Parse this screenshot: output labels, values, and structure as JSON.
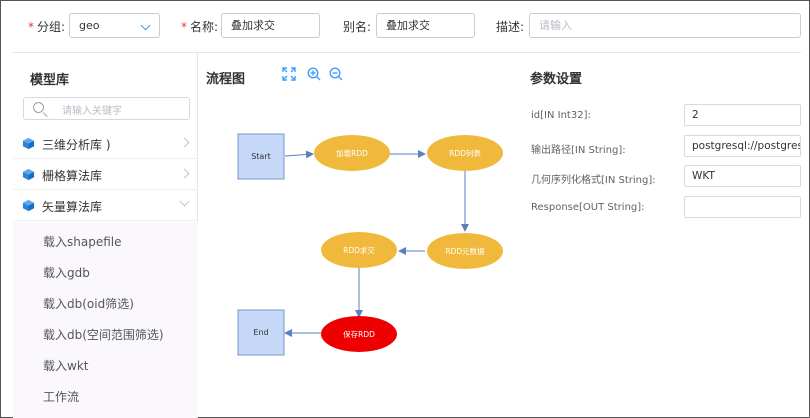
{
  "toolbar": {
    "group_label": "分组:",
    "group_value": "geo",
    "name_label": "名称:",
    "name_value": "叠加求交",
    "alias_label": "别名:",
    "alias_value": "叠加求交",
    "desc_label": "描述:",
    "desc_placeholder": "请输入"
  },
  "sidebar": {
    "title": "模型库",
    "search_placeholder": "请输入关键字",
    "libraries": [
      {
        "label": "三维分析库 )",
        "expanded": false
      },
      {
        "label": "栅格算法库",
        "expanded": false
      },
      {
        "label": "矢量算法库",
        "expanded": true
      }
    ],
    "sub_items": [
      "载入shapefile",
      "载入gdb",
      "载入db(oid筛选)",
      "载入db(空间范围筛选)",
      "载入wkt",
      "工作流"
    ]
  },
  "flow": {
    "title": "流程图",
    "tools": [
      "fullscreen-icon",
      "zoom-in-icon",
      "zoom-out-icon"
    ],
    "nodes": {
      "start": "Start",
      "load_rdd": "加载RDD",
      "rdd_list": "RDD列表",
      "rdd_meta": "RDD元数据",
      "rdd_intersect": "RDD求交",
      "save_rdd": "保存RDD",
      "end": "End"
    },
    "colors": {
      "process_node": "#f0b93b",
      "save_node": "#ee0000",
      "terminal_fill": "#c5d8f7",
      "terminal_border": "#7a94c6",
      "edge": "#5b7fbf"
    }
  },
  "params": {
    "title": "参数设置",
    "rows": [
      {
        "label": "id[IN Int32]:",
        "value": "2"
      },
      {
        "label": "输出路径[IN String]:",
        "value": "postgresql://postgres/po"
      },
      {
        "label": "几何序列化格式[IN String]:",
        "value": "WKT"
      },
      {
        "label": "Response[OUT String]:",
        "value": ""
      }
    ]
  },
  "colors": {
    "accent": "#409eff",
    "required": "#e5393a"
  }
}
